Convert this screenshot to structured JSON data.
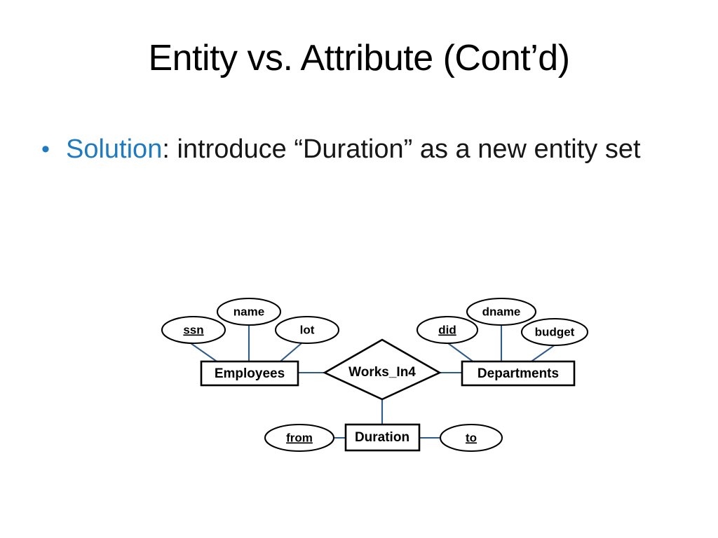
{
  "slide": {
    "title": "Entity vs. Attribute (Cont’d)",
    "bullet_marker": "•",
    "bullet": {
      "keyword": "Solution",
      "rest": ": introduce “Duration” as a new entity set"
    }
  },
  "colors": {
    "accent_blue": "#1F7BC1",
    "connector_blue": "#2E5C8A",
    "shape_outline": "#000000",
    "background": "#FFFFFF",
    "text": "#161616"
  },
  "diagram": {
    "type": "er-diagram",
    "entities": [
      {
        "id": "employees",
        "label": "Employees"
      },
      {
        "id": "departments",
        "label": "Departments"
      },
      {
        "id": "duration",
        "label": "Duration"
      }
    ],
    "relationships": [
      {
        "id": "works_in4",
        "label": "Works_In4"
      }
    ],
    "attributes": [
      {
        "id": "ssn",
        "label": "ssn",
        "key": true,
        "owner": "employees"
      },
      {
        "id": "name",
        "label": "name",
        "key": false,
        "owner": "employees"
      },
      {
        "id": "lot",
        "label": "lot",
        "key": false,
        "owner": "employees"
      },
      {
        "id": "did",
        "label": "did",
        "key": true,
        "owner": "departments"
      },
      {
        "id": "dname",
        "label": "dname",
        "key": false,
        "owner": "departments"
      },
      {
        "id": "budget",
        "label": "budget",
        "key": false,
        "owner": "departments"
      },
      {
        "id": "from",
        "label": "from",
        "key": true,
        "owner": "duration"
      },
      {
        "id": "to",
        "label": "to",
        "key": true,
        "owner": "duration"
      }
    ],
    "edges": [
      {
        "from": "ssn",
        "to": "employees"
      },
      {
        "from": "name",
        "to": "employees"
      },
      {
        "from": "lot",
        "to": "employees"
      },
      {
        "from": "employees",
        "to": "works_in4"
      },
      {
        "from": "works_in4",
        "to": "departments"
      },
      {
        "from": "did",
        "to": "departments"
      },
      {
        "from": "dname",
        "to": "departments"
      },
      {
        "from": "budget",
        "to": "departments"
      },
      {
        "from": "works_in4",
        "to": "duration"
      },
      {
        "from": "from",
        "to": "duration"
      },
      {
        "from": "duration",
        "to": "to"
      }
    ]
  }
}
